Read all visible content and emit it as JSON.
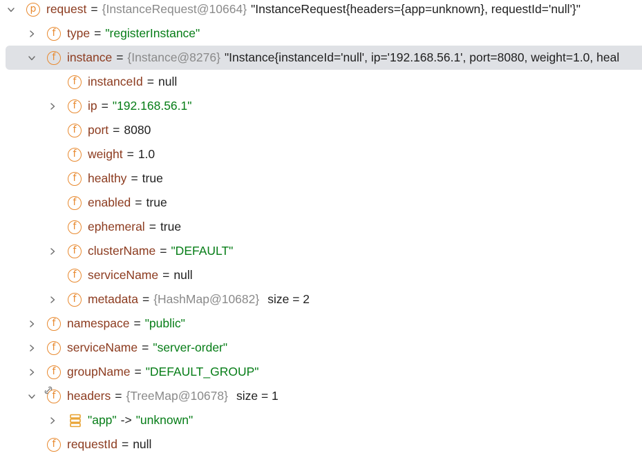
{
  "colors": {
    "badge": "#e8892f",
    "field_name": "#8c3b1f",
    "string_value": "#067d17",
    "reference": "#8a8a8a",
    "selected_row": "#dfe1e5"
  },
  "tree": {
    "request": {
      "badge": "p",
      "name": "request",
      "eq": "=",
      "ref": "{InstanceRequest@10664}",
      "value": "\"InstanceRequest{headers={app=unknown}, requestId='null'}\""
    },
    "type": {
      "badge": "f",
      "name": "type",
      "eq": "=",
      "value": "\"registerInstance\""
    },
    "instance": {
      "badge": "f",
      "name": "instance",
      "eq": "=",
      "ref": "{Instance@8276}",
      "value": "\"Instance{instanceId='null', ip='192.168.56.1', port=8080, weight=1.0, heal"
    },
    "instanceId": {
      "badge": "f",
      "name": "instanceId",
      "eq": "=",
      "value": "null"
    },
    "ip": {
      "badge": "f",
      "name": "ip",
      "eq": "=",
      "value": "\"192.168.56.1\""
    },
    "port": {
      "badge": "f",
      "name": "port",
      "eq": "=",
      "value": "8080"
    },
    "weight": {
      "badge": "f",
      "name": "weight",
      "eq": "=",
      "value": "1.0"
    },
    "healthy": {
      "badge": "f",
      "name": "healthy",
      "eq": "=",
      "value": "true"
    },
    "enabled": {
      "badge": "f",
      "name": "enabled",
      "eq": "=",
      "value": "true"
    },
    "ephemeral": {
      "badge": "f",
      "name": "ephemeral",
      "eq": "=",
      "value": "true"
    },
    "clusterName": {
      "badge": "f",
      "name": "clusterName",
      "eq": "=",
      "value": "\"DEFAULT\""
    },
    "serviceName_inner": {
      "badge": "f",
      "name": "serviceName",
      "eq": "=",
      "value": "null"
    },
    "metadata": {
      "badge": "f",
      "name": "metadata",
      "eq": "=",
      "ref": "{HashMap@10682}",
      "value": "size = 2"
    },
    "namespace": {
      "badge": "f",
      "name": "namespace",
      "eq": "=",
      "value": "\"public\""
    },
    "serviceName": {
      "badge": "f",
      "name": "serviceName",
      "eq": "=",
      "value": "\"server-order\""
    },
    "groupName": {
      "badge": "f",
      "name": "groupName",
      "eq": "=",
      "value": "\"DEFAULT_GROUP\""
    },
    "headers": {
      "badge": "f",
      "name": "headers",
      "eq": "=",
      "ref": "{TreeMap@10678}",
      "value": "size = 1"
    },
    "app_entry": {
      "key": "\"app\"",
      "arrow": "->",
      "value": "\"unknown\""
    },
    "requestId": {
      "badge": "f",
      "name": "requestId",
      "eq": "=",
      "value": "null"
    }
  }
}
